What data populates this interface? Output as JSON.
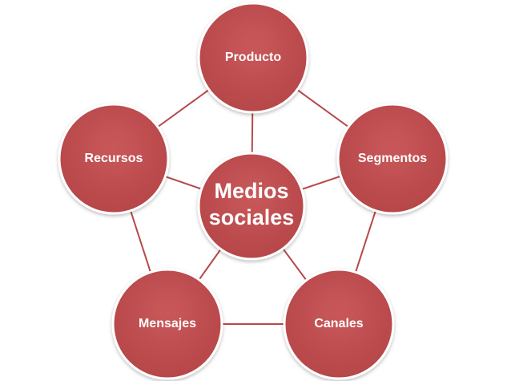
{
  "diagram": {
    "center": {
      "lines": [
        "Medios",
        "sociales"
      ]
    },
    "nodes": [
      {
        "label": "Producto"
      },
      {
        "label": "Segmentos"
      },
      {
        "label": "Canales"
      },
      {
        "label": "Mensajes"
      },
      {
        "label": "Recursos"
      }
    ]
  },
  "colors": {
    "node_fill": "#C0504D",
    "node_stroke": "#ffffff",
    "connector": "#B5494A"
  }
}
